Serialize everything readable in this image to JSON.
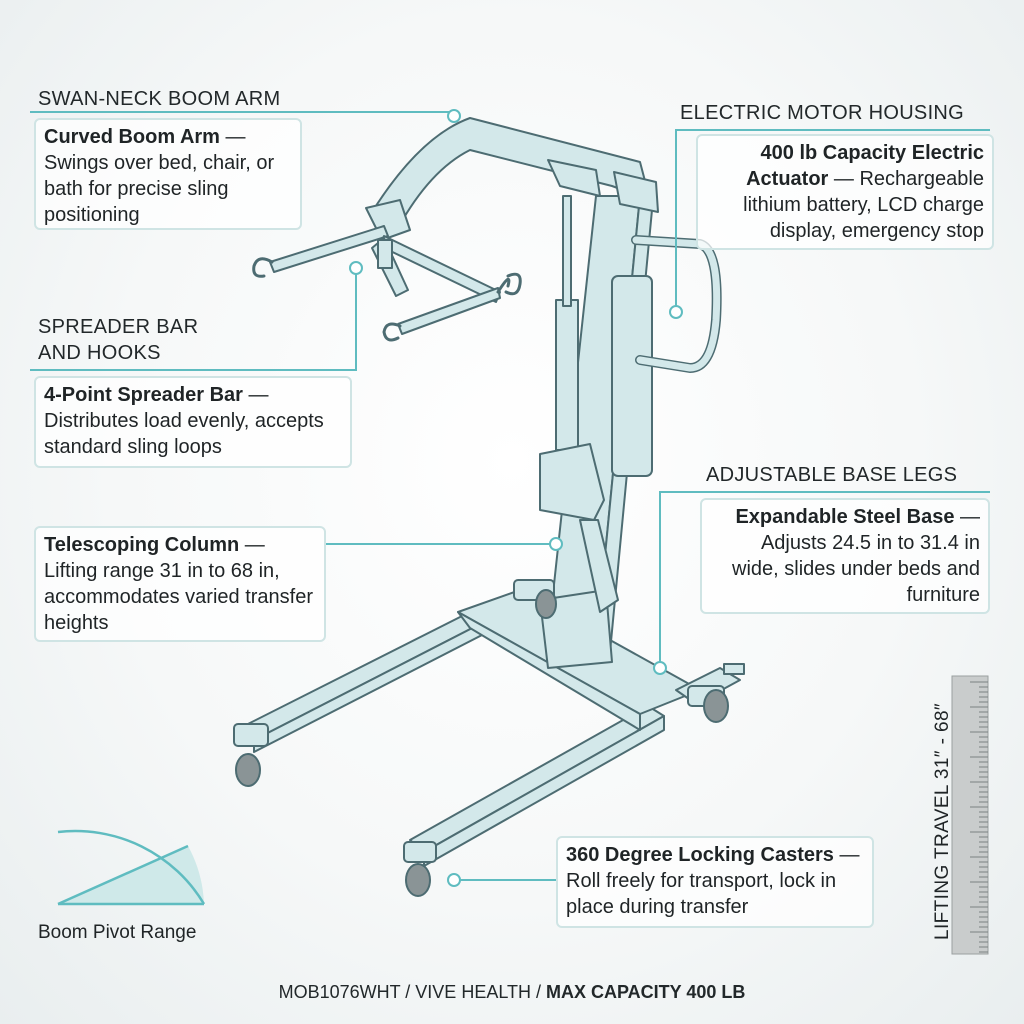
{
  "accent_color": "#5fbcc0",
  "callouts": {
    "boom": {
      "heading": "SWAN-NECK BOOM ARM",
      "title": "Curved Boom Arm",
      "text": " — Swings over bed, chair, or bath for precise sling positioning"
    },
    "motor": {
      "heading": "ELECTRIC MOTOR HOUSING",
      "title": "400 lb Capacity Electric Actuator",
      "text": " — Rechargeable lithium battery, LCD charge display, emergency stop"
    },
    "spreader": {
      "heading": "SPREADER BAR\nAND HOOKS",
      "title": "4-Point Spreader Bar",
      "text": " — Distributes load evenly, accepts standard sling loops"
    },
    "base": {
      "heading": "ADJUSTABLE BASE LEGS",
      "title": "Expandable Steel Base",
      "text": " — Adjusts 24.5 in to 31.4 in wide, slides under beds and furniture"
    },
    "column": {
      "title": "Telescoping Column",
      "text": " — Lifting range 31 in to 68 in, accommodates varied transfer heights"
    },
    "casters": {
      "title": "360 Degree Locking Casters",
      "text": " — Roll freely for transport, lock in place during transfer"
    }
  },
  "pivot_label": "Boom Pivot Range",
  "ruler_label": "LIFTING TRAVEL 31″ - 68″",
  "footer": {
    "model": "MOB1076WHT / VIVE HEALTH / ",
    "capacity": "MAX CAPACITY 400 LB"
  }
}
